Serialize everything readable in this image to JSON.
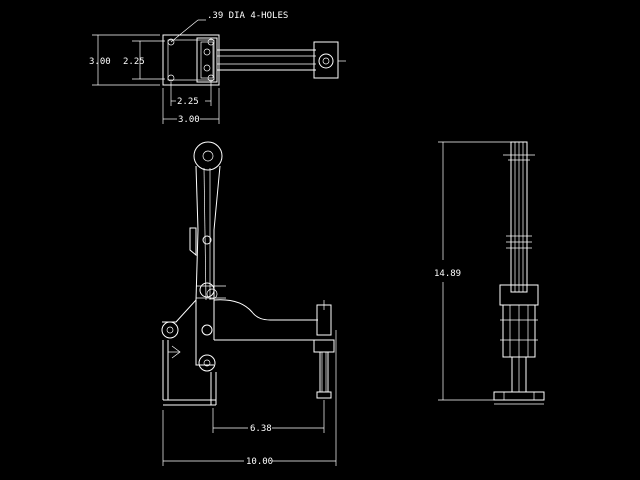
{
  "drawing": {
    "note_holes": ".39 DIA 4-HOLES",
    "top_view": {
      "dim_height_outer": "3.00",
      "dim_height_inner": "2.25",
      "dim_width_inner": "2.25",
      "dim_width_outer": "3.00"
    },
    "front_view": {
      "dim_spindle": "6.38",
      "dim_overall": "10.00"
    },
    "side_view": {
      "dim_height": "14.89"
    }
  }
}
